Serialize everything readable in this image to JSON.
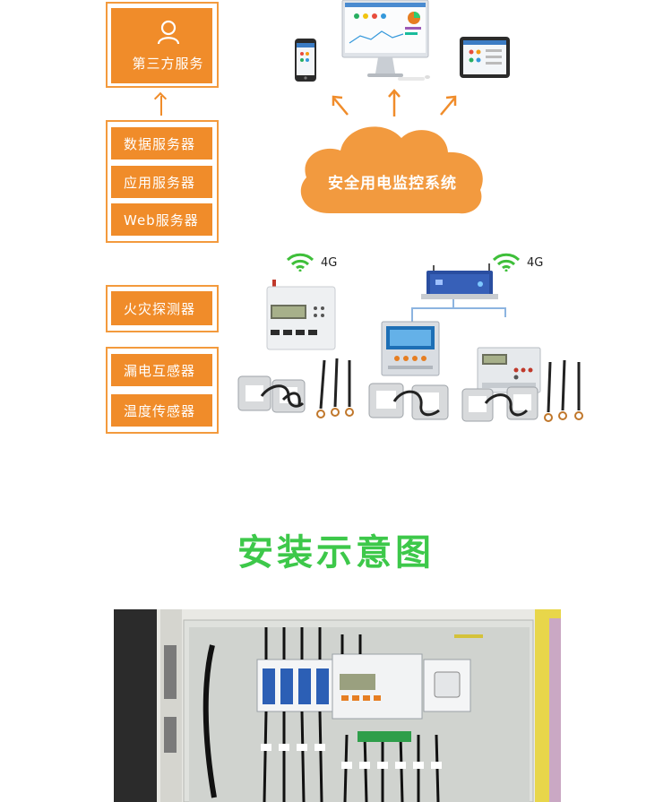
{
  "services": {
    "third_party": "第三方服务",
    "items": [
      "数据服务器",
      "应用服务器",
      "Web服务器"
    ]
  },
  "cloud": {
    "label": "安全用电监控系统"
  },
  "devices_left": [
    "火灾探测器"
  ],
  "sensors": [
    "漏电互感器",
    "温度传感器"
  ],
  "network": {
    "label_left": "4G",
    "label_right": "4G"
  },
  "install": {
    "title": "安装示意图"
  },
  "colors": {
    "orange": "#f08c2a",
    "green": "#3dc84a",
    "wifi": "#3fbf3a"
  },
  "icons": [
    "user-icon",
    "wifi-icon",
    "smartphone-icon",
    "desktop-icon",
    "tablet-icon",
    "cloud-icon"
  ]
}
